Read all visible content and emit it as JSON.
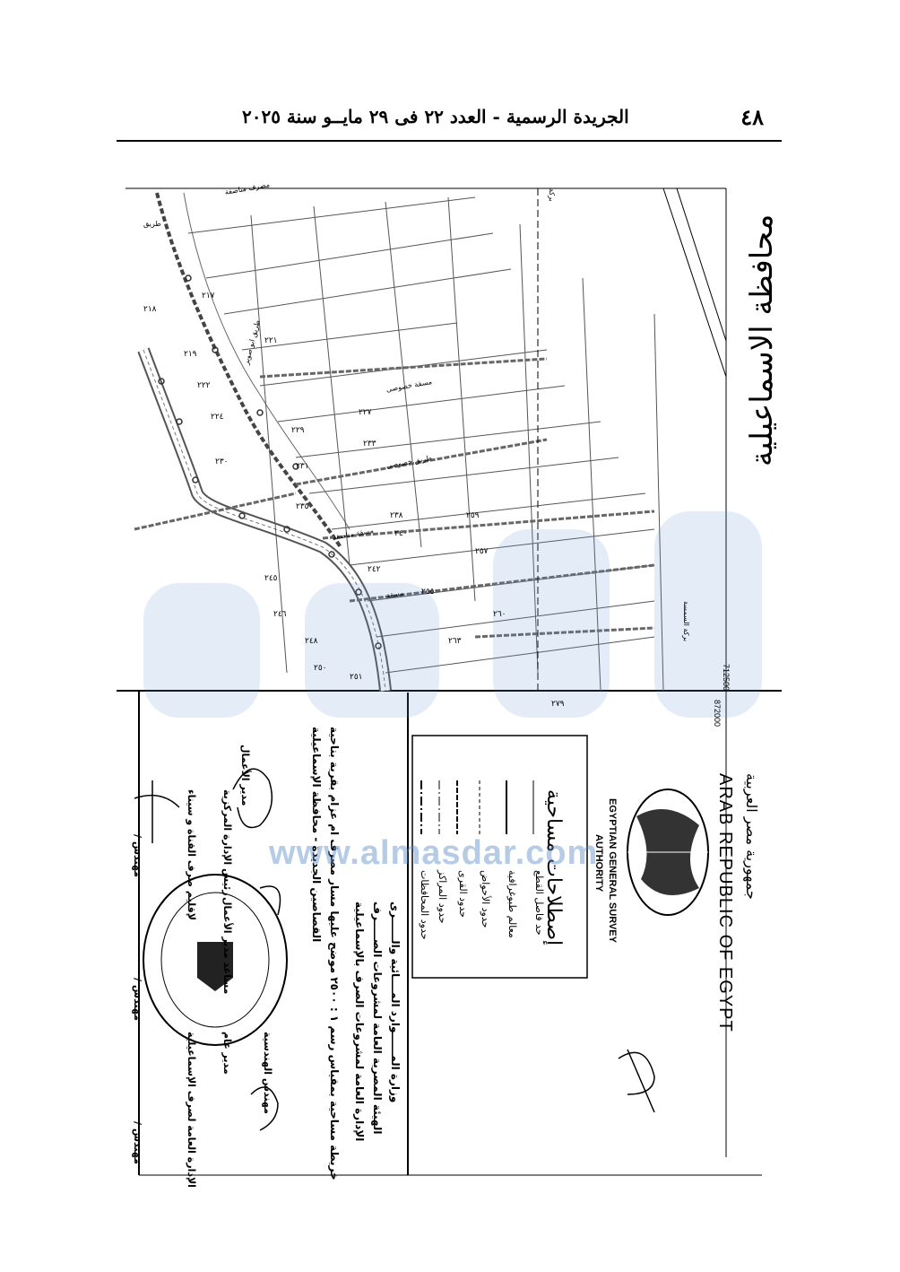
{
  "header": {
    "page_number": "٤٨",
    "title": "الجريدة الرسمية - العدد ٢٢ فى ٢٩ مايــو سنة ٢٠٢٥"
  },
  "map": {
    "governorate_title": "محافظة الاسماعيلية",
    "country_en": "ARAB REPUBLIC OF EGYPT",
    "country_ar": "جمهورية مصر العربية",
    "authority_en_1": "EGYPTIAN GENERAL SURVEY",
    "authority_en_2": "AUTHORITY",
    "coordinate_e": "712500",
    "coordinate_n": "872000",
    "labels": [
      "مصرف مناصفة",
      "طريق",
      "مسقة خصوصى",
      "طريق خصوصى",
      "مسقة مناصفة",
      "مسقة",
      "بركة السمسة",
      "بركة",
      "طريق ابو صوير"
    ],
    "parcels": [
      "٢١٧",
      "٢١٨",
      "٢١٩",
      "٢٢١",
      "٢٢٢",
      "٢٢٤",
      "٢٢٧",
      "٢٢٩",
      "٢٣٠",
      "٢٣١",
      "٢٣٣",
      "٢٣٥",
      "٢٣٨",
      "٢٤٠",
      "٢٤٢",
      "٢٤٥",
      "٢٤٦",
      "٢٤٨",
      "٢٥٠",
      "٢٥١",
      "٢٥٥",
      "٢٥٧",
      "٢٥٩",
      "٢٦٠",
      "٢٦٣",
      "٢٧٩"
    ],
    "legend": {
      "title": "إصطلاحات مساحية",
      "items": [
        "حد فاصل القطع",
        "معالم طبوغرافية",
        "حدود الأحواض",
        "حدود القرى",
        "حدود المراكز",
        "حدود المحافظات"
      ]
    },
    "title_block": [
      "وزارة المــــــوارد المــــائية والــــــرى",
      "الهيئة المصرية العامة لمشروعات الصـــــرف",
      "الإدارة العامة لمشروعات الصرف بالإسماعيلية",
      "خريطة مساحية بمقياس رسم ١ : ٢٥٠٠ موضح عليها مسار مصرف ام عزام بقرية بناحية",
      "القصاصين الجديدة - محافظة الإسماعيلية"
    ],
    "signatures": {
      "col1": [
        "مهندس الهندسية",
        "مدير عام",
        "الإدارة العامة لصرف الإسماعيلية",
        "مهندس /"
      ],
      "col2": [
        "مساعد مدير الأعمال",
        "مهندس /"
      ],
      "col3": [
        "مدير الأعمال",
        "رئيس الإدارة المركزية",
        "لإقليم صرف القناة و سيناء",
        "مهندس /"
      ]
    },
    "watermark_url": "www.almasdar.com"
  }
}
